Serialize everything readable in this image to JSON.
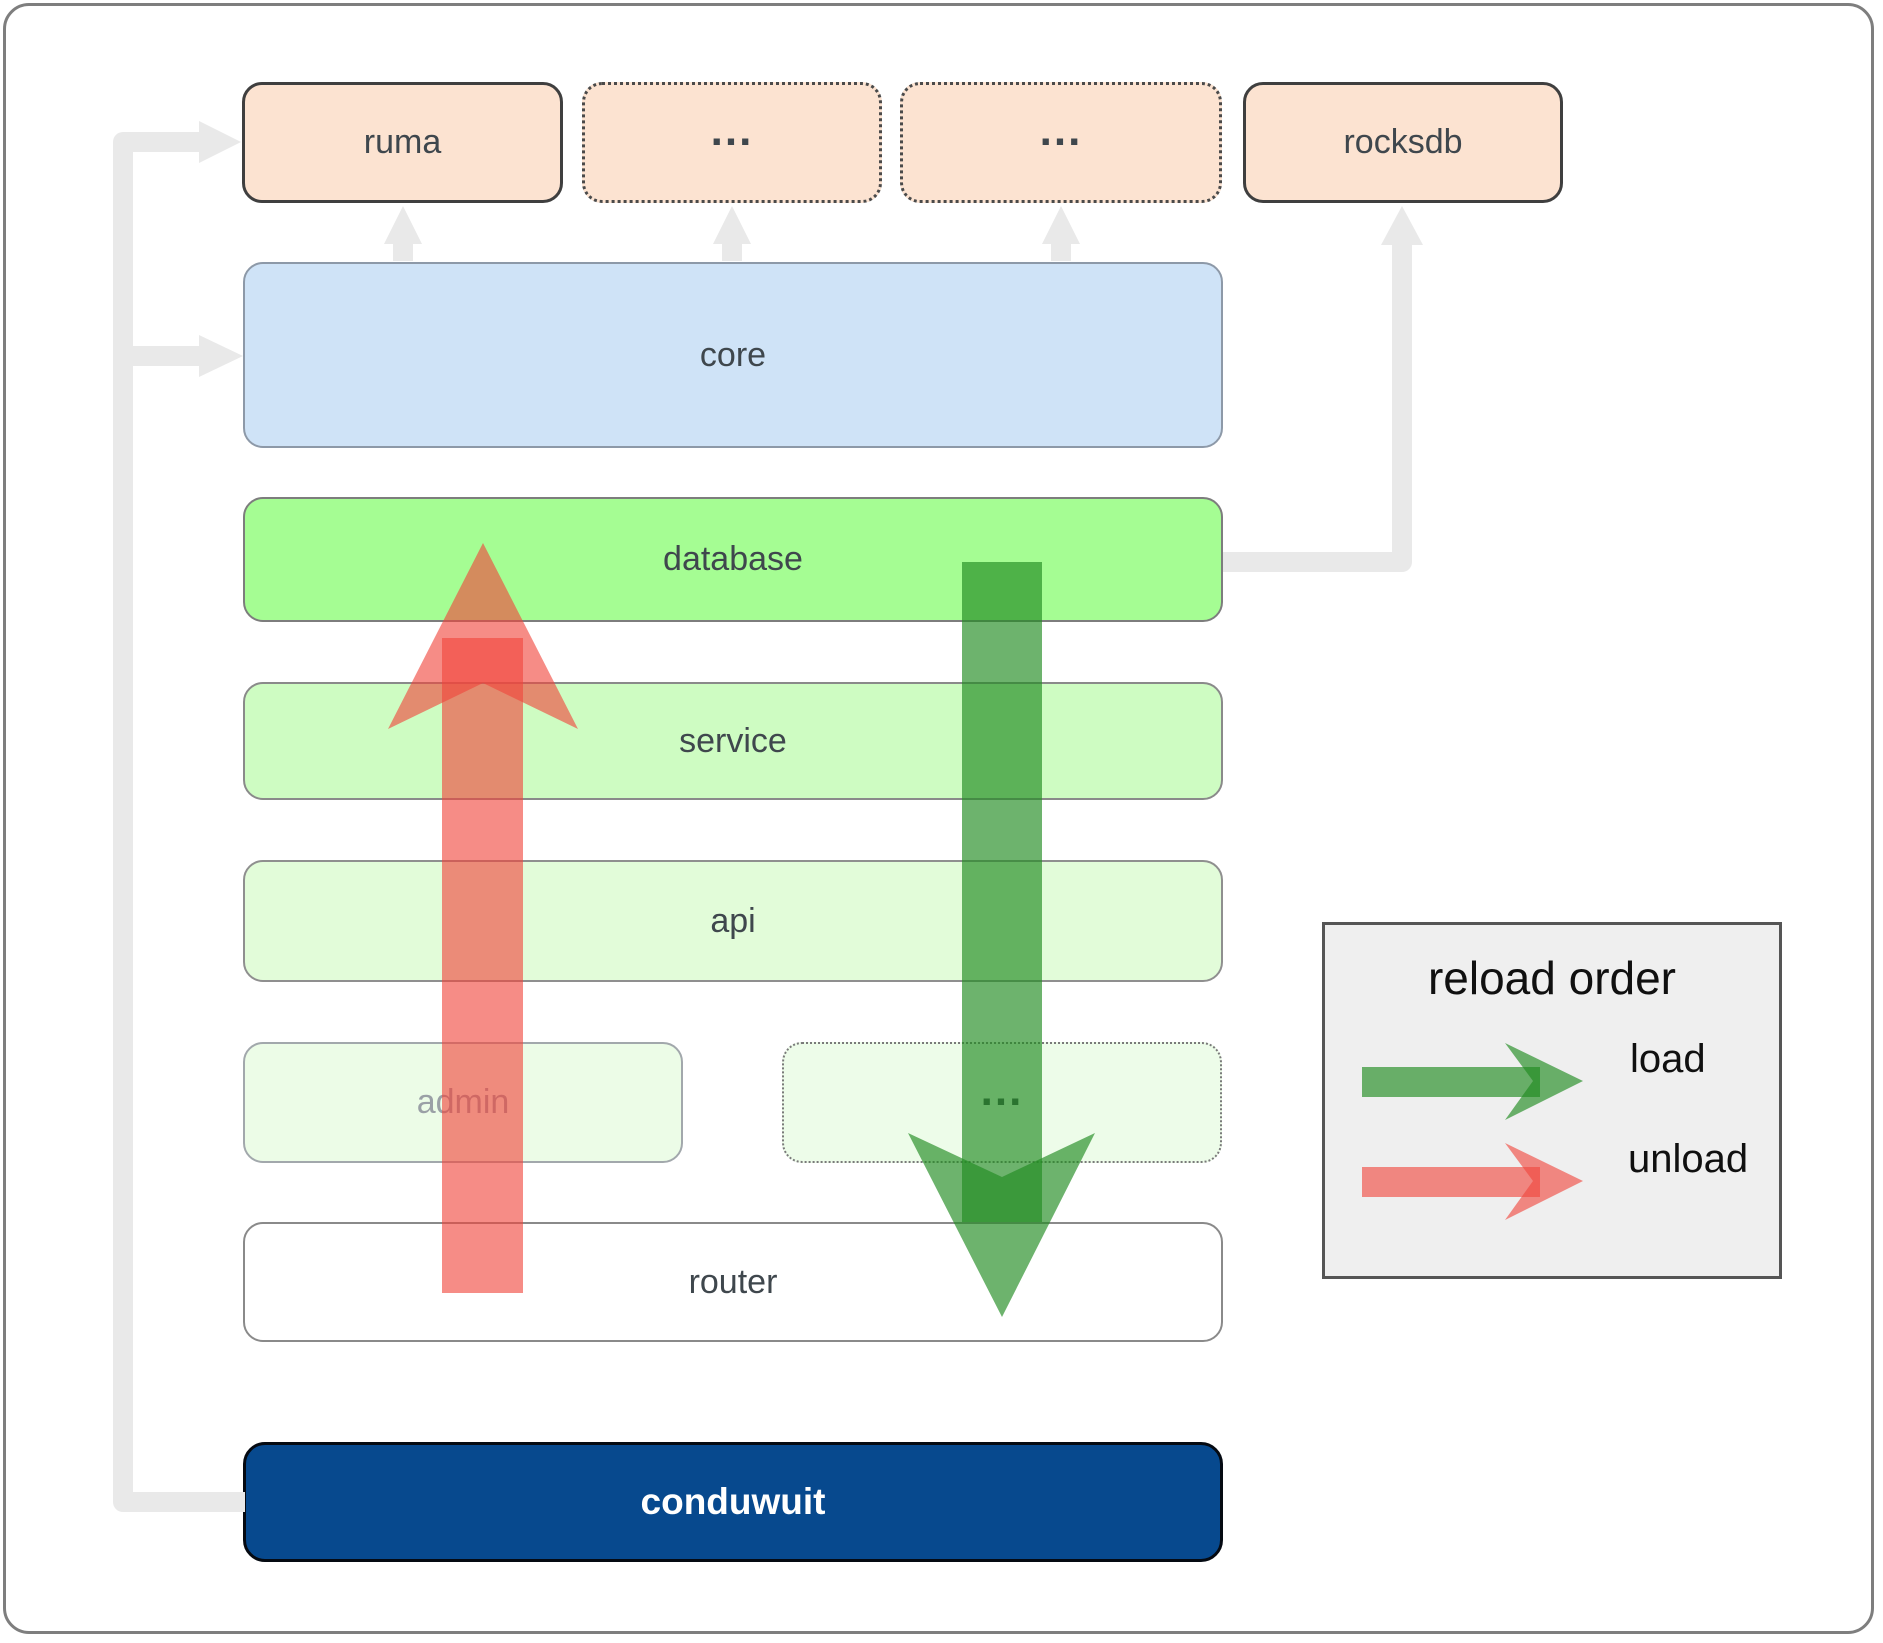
{
  "nodes": {
    "ruma": {
      "label": "ruma"
    },
    "dots_top_1": {
      "label": "..."
    },
    "dots_top_2": {
      "label": "..."
    },
    "rocksdb": {
      "label": "rocksdb"
    },
    "core": {
      "label": "core"
    },
    "database": {
      "label": "database"
    },
    "service": {
      "label": "service"
    },
    "api": {
      "label": "api"
    },
    "admin": {
      "label": "admin"
    },
    "dots_admin_row": {
      "label": "..."
    },
    "router": {
      "label": "router"
    },
    "conduwuit": {
      "label": "conduwuit"
    }
  },
  "legend": {
    "title": "reload order",
    "items": [
      {
        "label": "load",
        "color": "#2e8c22"
      },
      {
        "label": "unload",
        "color": "#f0463c"
      }
    ]
  },
  "colors": {
    "load_arrow": "#2e8c22",
    "unload_arrow": "#f0463c",
    "connector_gray": "#e9e9e9",
    "conduwuit_bg": "#07498e",
    "core_bg": "#cfe3f7",
    "database_bg": "#a5fd93",
    "service_bg": "#cefcc2",
    "api_bg": "#e2fcd9",
    "admin_bg": "#ecfce7",
    "module_bg": "#fce3d1",
    "legend_bg": "#efefef"
  }
}
